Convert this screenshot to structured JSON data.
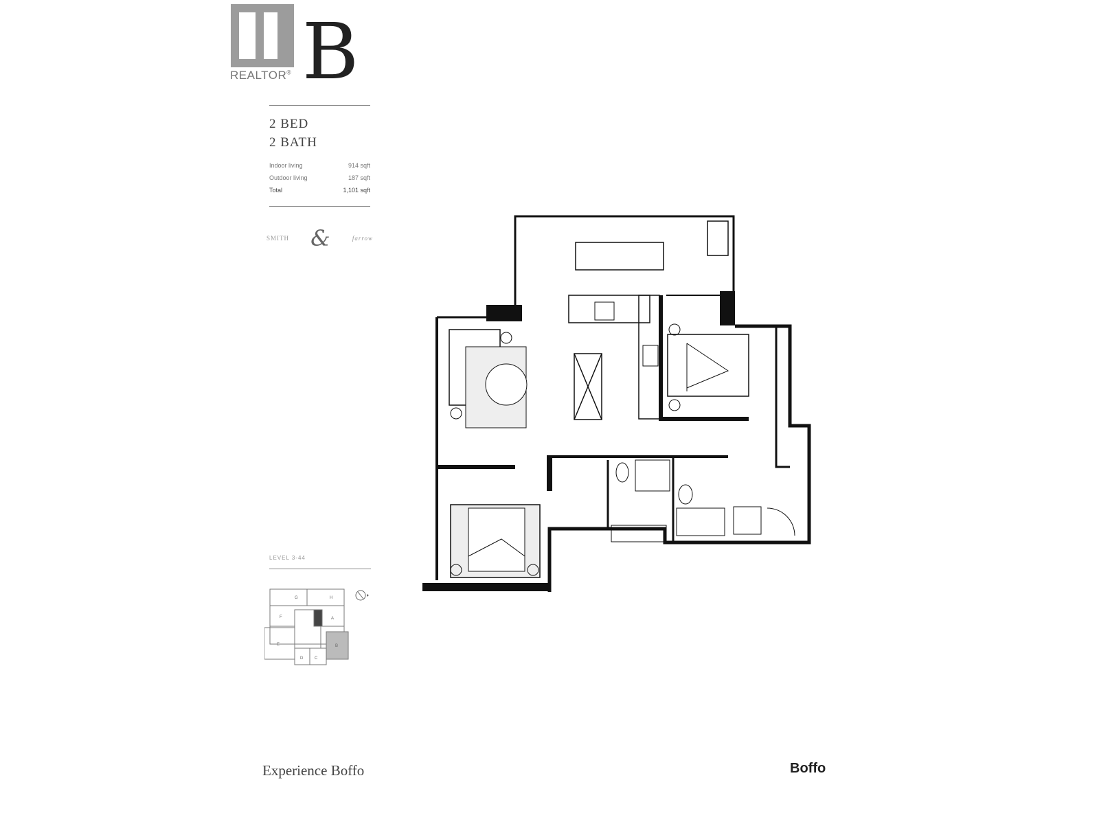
{
  "logo": {
    "brand": "REALTOR",
    "registered": "®"
  },
  "unit": {
    "letter": "B"
  },
  "specs": {
    "beds": "2 BED",
    "baths": "2 BATH"
  },
  "areas": [
    {
      "label": "Indoor living",
      "value": "914 sqft"
    },
    {
      "label": "Outdoor living",
      "value": "187 sqft"
    },
    {
      "label": "Total",
      "value": "1,101 sqft"
    }
  ],
  "designer": {
    "left": "SMITH",
    "amp": "&",
    "right": "farrow"
  },
  "keyplan": {
    "level": "LEVEL 3-44",
    "units": [
      "G",
      "H",
      "F",
      "A",
      "E",
      "D",
      "C",
      "B"
    ],
    "highlighted": "B"
  },
  "footer": {
    "tagline": "Experience Boffo",
    "brand": "Boffo"
  }
}
